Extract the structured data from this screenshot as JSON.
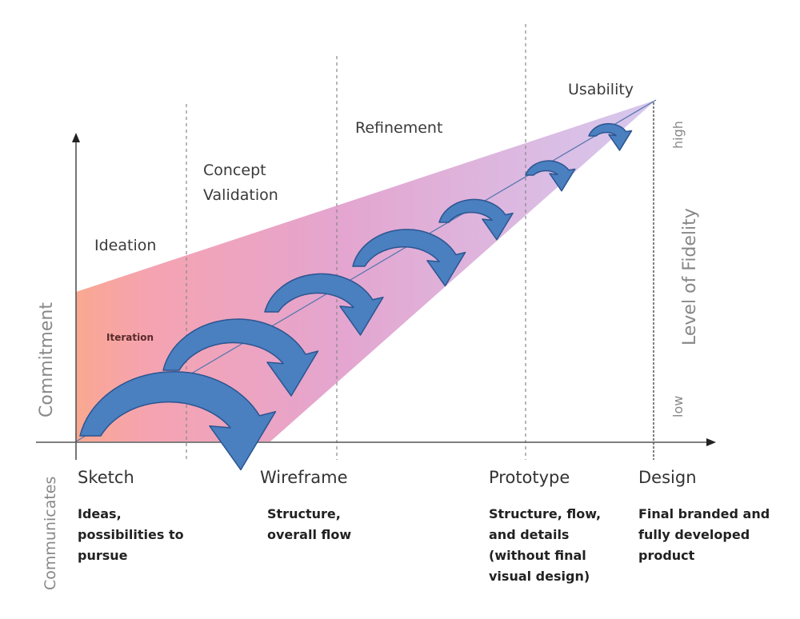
{
  "title": "Fidelity vs. Commitment iteration diagram",
  "axes": {
    "y_left_label": "Commitment",
    "y_right_label": "Level of Fidelity",
    "y_right_low": "low",
    "y_right_high": "high",
    "bottom_row_label": "Communicates"
  },
  "phases": [
    {
      "label": "Ideation"
    },
    {
      "label": "Concept\nValidation"
    },
    {
      "label": "Refinement"
    },
    {
      "label": "Usability"
    }
  ],
  "iteration_label": "Iteration",
  "stages": [
    {
      "name": "Sketch",
      "description": "Ideas,\npossibilities to\npursue"
    },
    {
      "name": "Wireframe",
      "description": "Structure,\noverall flow"
    },
    {
      "name": "Prototype",
      "description": "Structure, flow,\nand details\n(without final\nvisual design)"
    },
    {
      "name": "Design",
      "description": "Final branded and\nfully developed\nproduct"
    }
  ],
  "iteration_arrow_count": 7,
  "colors": {
    "wedge_start": "#f9a08a",
    "wedge_mid": "#e8a0c8",
    "wedge_end": "#d8c4ec",
    "arrow_fill": "#4a7fc0",
    "arrow_stroke": "#2b5590",
    "axis": "#555555",
    "trend_line": "#5a78b0"
  }
}
